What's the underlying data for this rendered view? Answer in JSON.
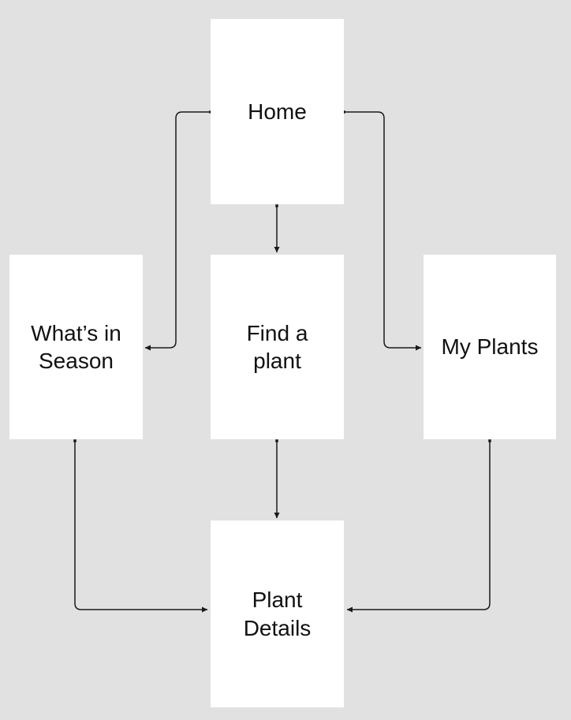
{
  "canvas": {
    "background_color": "#e1e1e1"
  },
  "style": {
    "node_fill_color": "#ffffff",
    "connector_color": "#1a1a1a",
    "text_color": "#111111"
  },
  "nodes": [
    {
      "id": "home",
      "label": "Home"
    },
    {
      "id": "whats-in-season",
      "label": "What’s in\nSeason"
    },
    {
      "id": "find-a-plant",
      "label": "Find a\nplant"
    },
    {
      "id": "my-plants",
      "label": "My Plants"
    },
    {
      "id": "plant-details",
      "label": "Plant\nDetails"
    }
  ],
  "edges": [
    {
      "from": "home",
      "to": "whats-in-season"
    },
    {
      "from": "home",
      "to": "my-plants"
    },
    {
      "from": "home",
      "to": "find-a-plant"
    },
    {
      "from": "find-a-plant",
      "to": "plant-details"
    },
    {
      "from": "whats-in-season",
      "to": "plant-details"
    },
    {
      "from": "my-plants",
      "to": "plant-details"
    }
  ]
}
